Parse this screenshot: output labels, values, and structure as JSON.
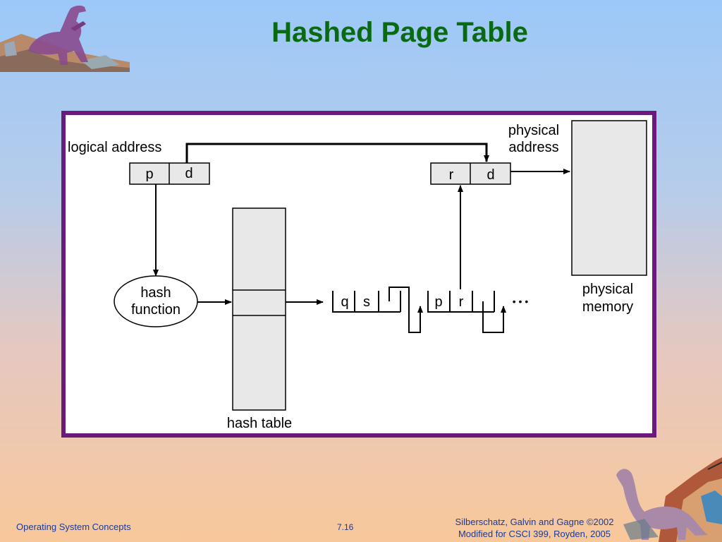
{
  "slide": {
    "title": "Hashed Page Table"
  },
  "diagram": {
    "logical_address_label": "logical address",
    "logical_p": "p",
    "logical_d": "d",
    "physical_address_label_line1": "physical",
    "physical_address_label_line2": "address",
    "physical_r": "r",
    "physical_d": "d",
    "hash_function_line1": "hash",
    "hash_function_line2": "function",
    "hash_table_label": "hash table",
    "chain1_q": "q",
    "chain1_s": "s",
    "chain2_p": "p",
    "chain2_r": "r",
    "ellipsis": "• • •",
    "physical_memory_line1": "physical",
    "physical_memory_line2": "memory"
  },
  "footer": {
    "left": "Operating System Concepts",
    "center": "7.16",
    "right_line1": "Silberschatz, Galvin and  Gagne ©2002",
    "right_line2": "Modified for CSCI 399, Royden, 2005"
  },
  "colors": {
    "title": "#0a6a14",
    "frame_border": "#6a1a7a",
    "footer_text": "#1a3a9a",
    "box_fill": "#e8e8e8"
  }
}
